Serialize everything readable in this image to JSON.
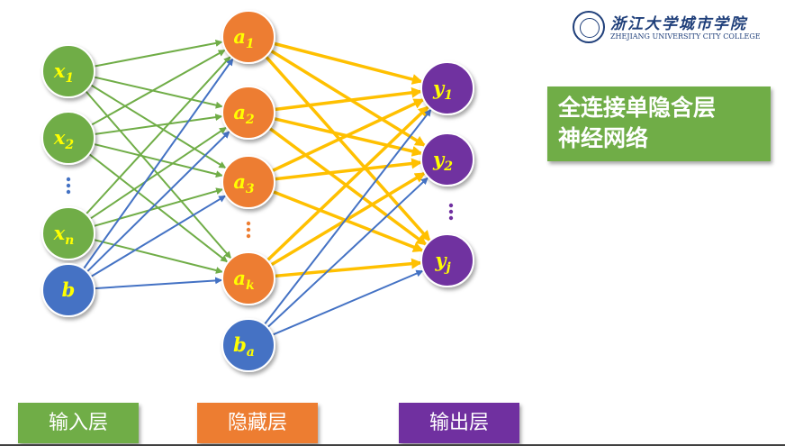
{
  "logo": {
    "name_cn": "浙江大学城市学院",
    "name_en": "ZHEJIANG UNIVERSITY CITY COLLEGE"
  },
  "title": {
    "line1": "全连接单隐含层",
    "line2": "神经网络"
  },
  "legend": {
    "input": "输入层",
    "hidden": "隐藏层",
    "output": "输出层"
  },
  "colors": {
    "input_node": "#70ad47",
    "bias_node": "#4472c4",
    "hidden_node": "#ed7d31",
    "output_node": "#7030a0",
    "input_edge": "#70ad47",
    "bias_edge": "#4472c4",
    "hidden_edge": "#ffc000",
    "node_text": "#ffff00"
  },
  "nodes": {
    "input": [
      {
        "id": "x1",
        "base": "x",
        "sub": "1"
      },
      {
        "id": "x2",
        "base": "x",
        "sub": "2"
      },
      {
        "id": "xn",
        "base": "x",
        "sub": "n"
      }
    ],
    "input_bias": {
      "id": "b",
      "base": "b",
      "sub": ""
    },
    "hidden": [
      {
        "id": "a1",
        "base": "a",
        "sub": "1"
      },
      {
        "id": "a2",
        "base": "a",
        "sub": "2"
      },
      {
        "id": "a3",
        "base": "a",
        "sub": "3"
      },
      {
        "id": "ak",
        "base": "a",
        "sub": "k"
      }
    ],
    "hidden_bias": {
      "id": "ba",
      "base": "b",
      "sub": "a"
    },
    "output": [
      {
        "id": "y1",
        "base": "y",
        "sub": "1"
      },
      {
        "id": "y2",
        "base": "y",
        "sub": "2"
      },
      {
        "id": "yj",
        "base": "y",
        "sub": "j"
      }
    ]
  }
}
